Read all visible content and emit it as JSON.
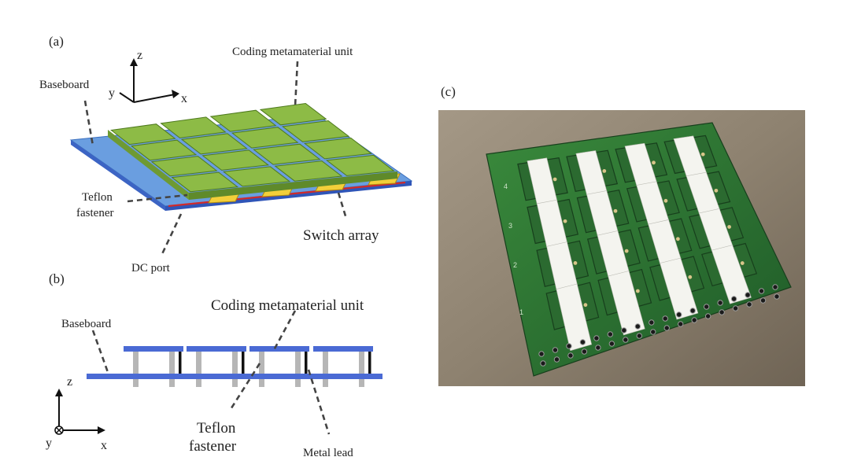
{
  "panel_a": {
    "tag": "(a)",
    "labels": {
      "coding_unit": "Coding metamaterial unit",
      "baseboard": "Baseboard",
      "teflon_line1": "Teflon",
      "teflon_line2": "fastener",
      "switch_array": "Switch array",
      "dc_port": "DC port"
    },
    "axes": {
      "z": "z",
      "y": "y",
      "x": "x"
    },
    "grid": {
      "rows": 4,
      "cols": 4
    },
    "colors": {
      "unit": "#8dbb46",
      "baseboard": "#6a9ee0",
      "switch": "#f3cf3a",
      "lead": "#d12a2a"
    }
  },
  "panel_b": {
    "tag": "(b)",
    "labels": {
      "coding_unit": "Coding metamaterial unit",
      "baseboard": "Baseboard",
      "teflon_line1": "Teflon",
      "teflon_line2": "fastener",
      "metal_lead": "Metal lead"
    },
    "axes": {
      "z": "z",
      "y": "y",
      "x": "x"
    },
    "unit_count": 4,
    "colors": {
      "board": "#4a6ad4",
      "post": "#b6b6b6",
      "lead": "#111111"
    }
  },
  "panel_c": {
    "tag": "(c)",
    "row_numbers": [
      "4",
      "3",
      "2",
      "1"
    ],
    "colors": {
      "pcb": "#2e6e33",
      "background": "#8a7e6c"
    }
  }
}
